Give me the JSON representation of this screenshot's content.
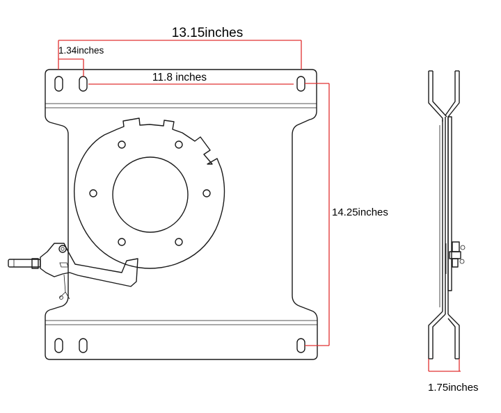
{
  "colors": {
    "dimension_line": "#e03030",
    "outline": "#1a1a1a",
    "background": "#ffffff"
  },
  "dimensions": {
    "overall_width": "13.15inches",
    "slot_offset": "1.34inches",
    "slot_spacing": "11.8 inches",
    "overall_height": "14.25inches",
    "side_thickness": "1.75inches"
  }
}
